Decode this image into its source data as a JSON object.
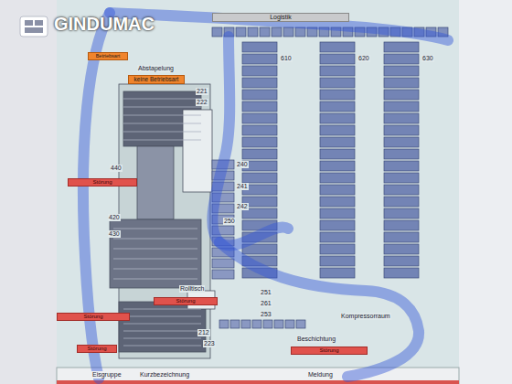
{
  "diagram": {
    "nodes": [
      {
        "text": [
          "Logistik"
        ]
      },
      {
        "text": [
          "Betriebsart"
        ]
      },
      {
        "text": [
          "keine Betriebsart"
        ]
      },
      {
        "text": [
          "Störung"
        ]
      },
      {
        "text": [
          "Störung"
        ]
      },
      {
        "text": [
          "Störung"
        ]
      },
      {
        "text": [
          "Störung"
        ]
      },
      {
        "text": [
          "Störung"
        ]
      }
    ],
    "labels": [
      "GINDUMAC",
      "Abstapelung",
      "Rolltisch",
      "Kompressorraum",
      "Beschichtung",
      "Eisgruppe",
      "Kurzbezeichnung",
      "Meldung",
      "221",
      "222",
      "420",
      "430",
      "440",
      "240",
      "241",
      "242",
      "250",
      "251",
      "261",
      "253",
      "212",
      "223",
      "610",
      "620",
      "630"
    ]
  }
}
